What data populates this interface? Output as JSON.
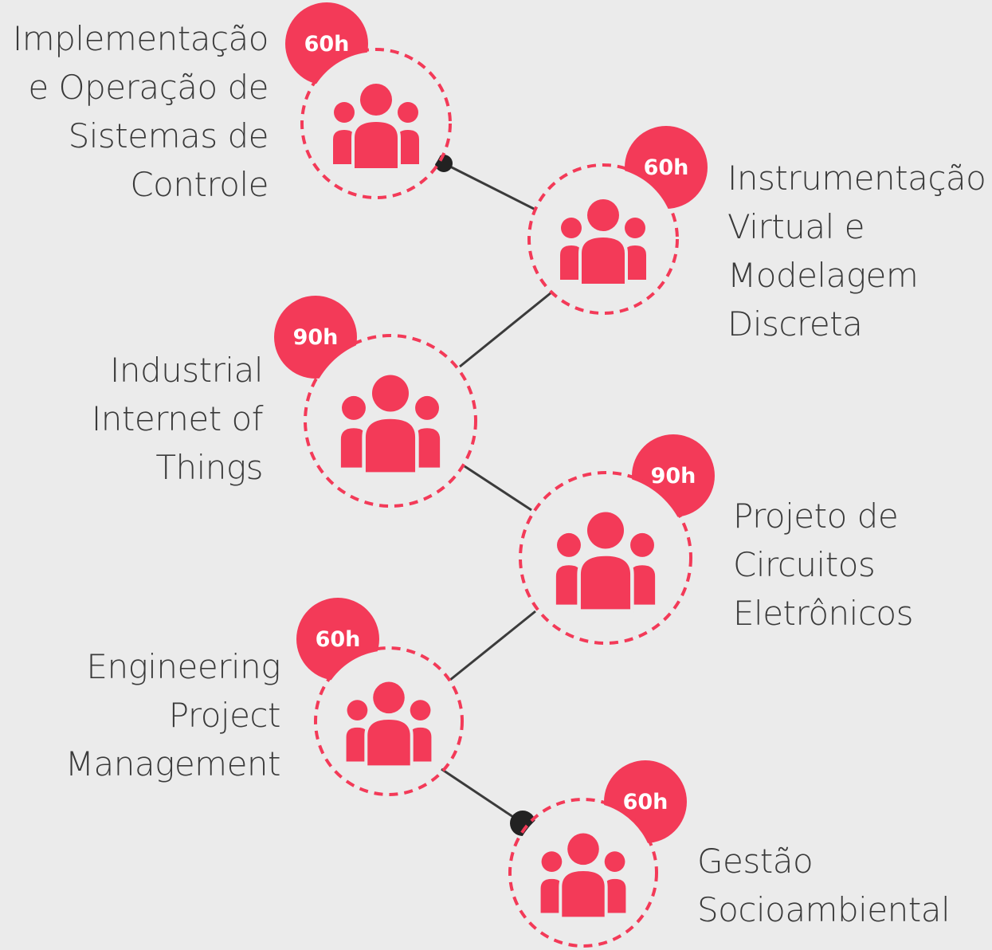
{
  "accent_color": "#f33a58",
  "line_color": "#3b3b3b",
  "background_color": "#ebebeb",
  "icon": "group-people-icon",
  "courses": [
    {
      "hours": "60h",
      "lines": [
        "Implementação",
        "e Operação de",
        "Sistemas de",
        "Controle"
      ]
    },
    {
      "hours": "60h",
      "lines": [
        "Instrumentação",
        "Virtual e",
        "Modelagem",
        "Discreta"
      ]
    },
    {
      "hours": "90h",
      "lines": [
        "Industrial",
        "Internet of",
        "Things"
      ]
    },
    {
      "hours": "90h",
      "lines": [
        "Projeto de",
        "Circuitos",
        "Eletrônicos"
      ]
    },
    {
      "hours": "60h",
      "lines": [
        "Engineering",
        "Project",
        "Management"
      ]
    },
    {
      "hours": "60h",
      "lines": [
        "Gestão",
        "Socioambiental"
      ]
    }
  ]
}
